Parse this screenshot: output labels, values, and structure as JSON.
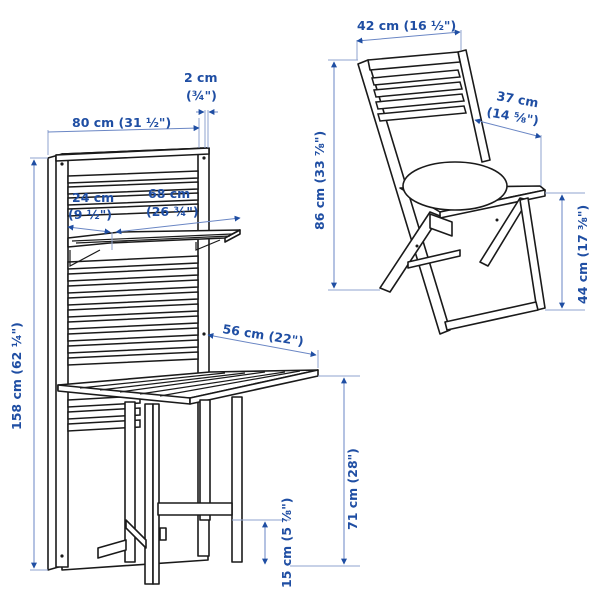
{
  "diagram": {
    "type": "product-dimension-drawing",
    "accent_color": "#1f4ea3",
    "line_color": "#1a1a1a",
    "objects": [
      {
        "name": "wall panel with folding table and shelf",
        "dimensions": {
          "panel_width": "80 cm (31 ½\")",
          "panel_depth": "2 cm",
          "panel_depth_in": "(¾\")",
          "panel_height": "158 cm (62 ¼\")",
          "shelf_depth": "24 cm",
          "shelf_depth_in": "(9 ½\")",
          "shelf_width": "68 cm",
          "shelf_width_in": "(26 ¾\")",
          "table_depth": "56 cm (22\")",
          "table_height": "71 cm (28\")",
          "floor_clearance": "15 cm (5 ⅞\")"
        }
      },
      {
        "name": "folding chair with cushion",
        "dimensions": {
          "chair_width": "42 cm (16 ½\")",
          "chair_height": "86 cm (33 ⅞\")",
          "seat_depth": "37 cm",
          "seat_depth_in": "(14 ⅝\")",
          "seat_height": "44 cm (17 ⅜\")"
        }
      }
    ]
  }
}
